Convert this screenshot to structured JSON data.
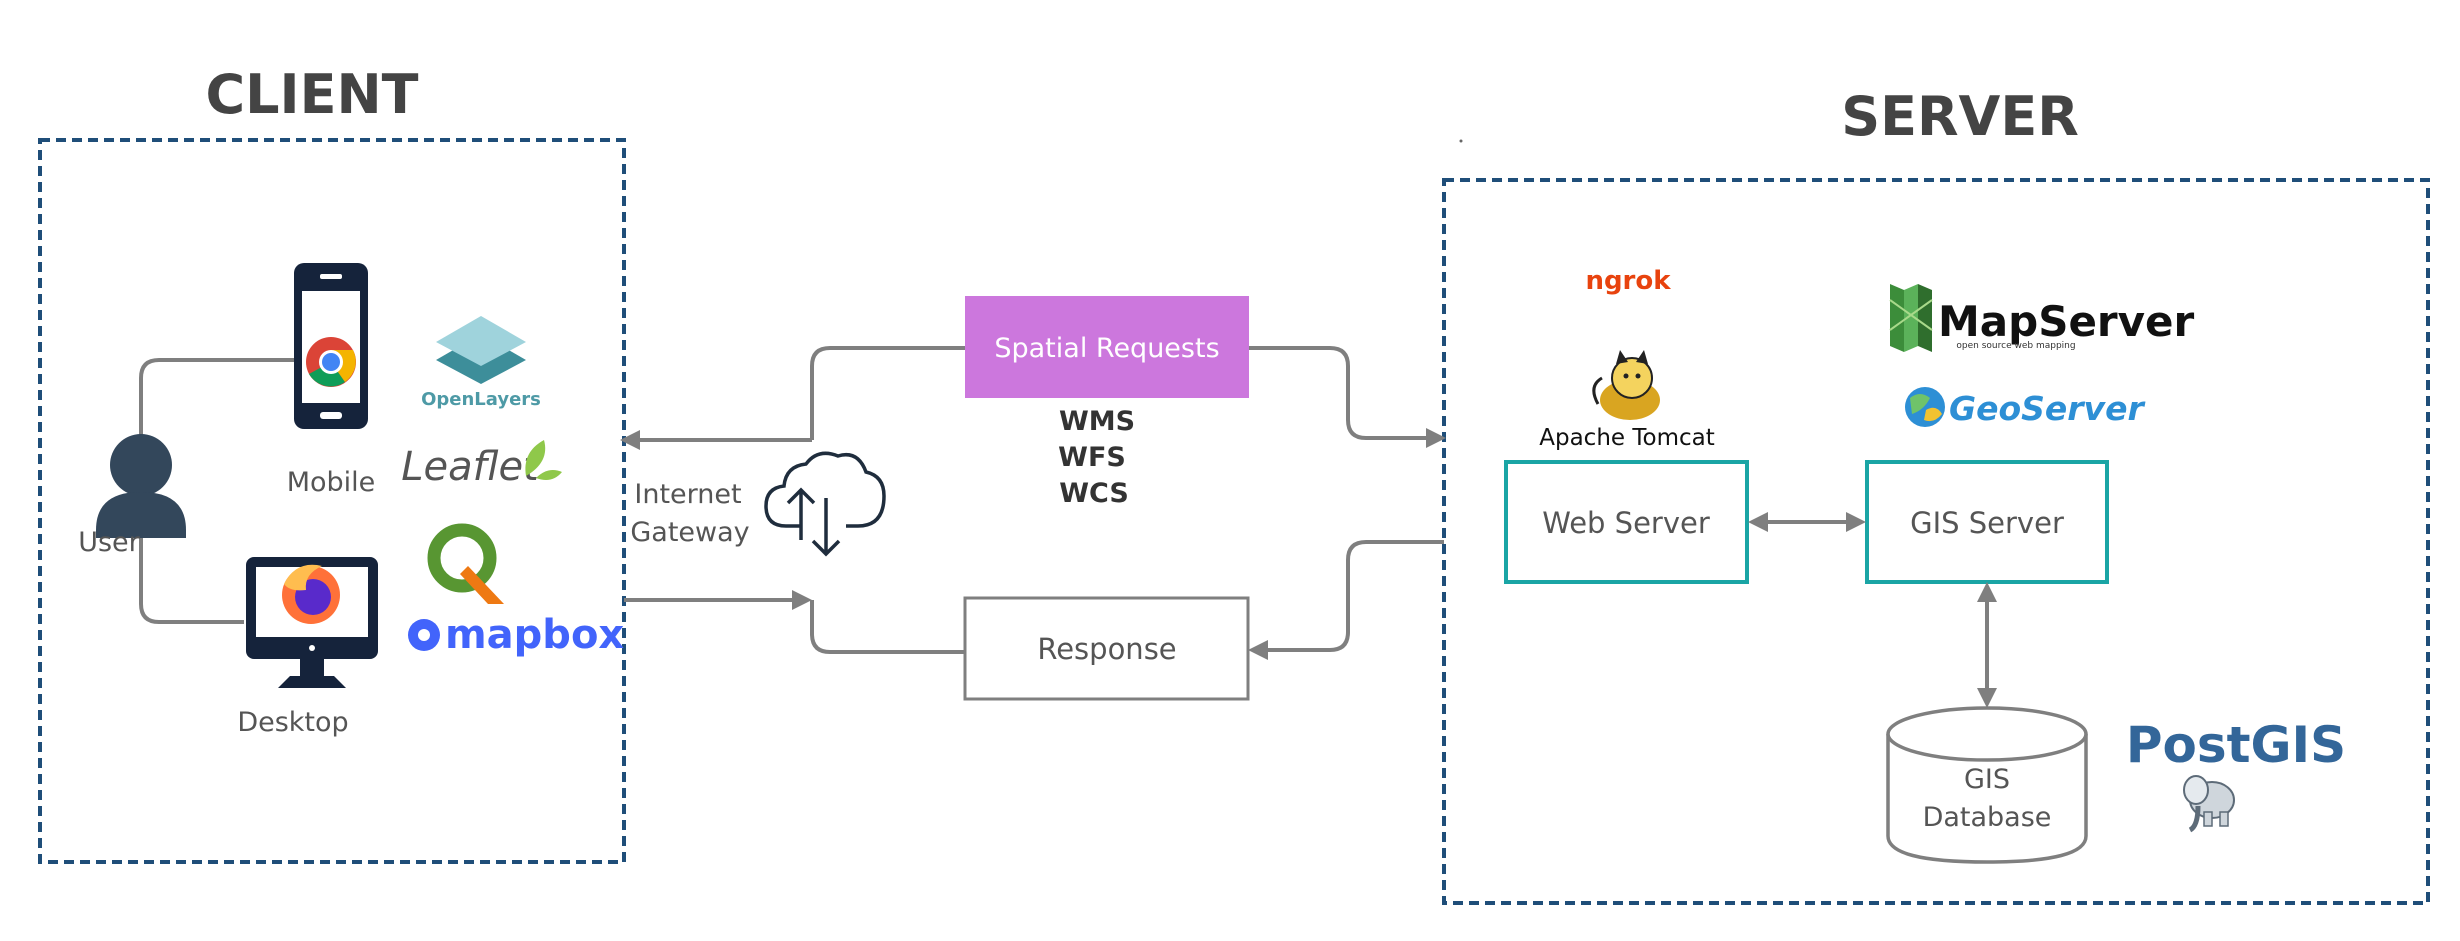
{
  "client": {
    "title": "CLIENT",
    "user_label": "User",
    "mobile_label": "Mobile",
    "desktop_label": "Desktop",
    "libraries": [
      "OpenLayers",
      "Leaflet",
      "mapbox"
    ]
  },
  "gateway": {
    "label_line1": "Internet",
    "label_line2": "Gateway"
  },
  "requests": {
    "label": "Spatial Requests",
    "protocols": [
      "WMS",
      "WFS",
      "WCS"
    ]
  },
  "response": {
    "label": "Response"
  },
  "server": {
    "title": "SERVER",
    "ngrok_label": "ngrok",
    "tomcat_label": "Apache Tomcat",
    "web_server_label": "Web Server",
    "gis_server_label": "GIS Server",
    "mapserver_label": "MapServer",
    "mapserver_tagline": "open source web mapping",
    "geoserver_label": "GeoServer",
    "db_line1": "GIS",
    "db_line2": "Database",
    "postgis_label": "PostGIS"
  },
  "colors": {
    "frame_border": "#1f4e79",
    "request_fill": "#cc77dd",
    "server_box_border": "#1aa5a5",
    "connector": "#7f7f7f",
    "ngrok": "#e8430e",
    "openlayers": "#4e9aa6",
    "mapbox": "#4264fb",
    "geoserver": "#2d8fd5",
    "postgis": "#336699"
  }
}
